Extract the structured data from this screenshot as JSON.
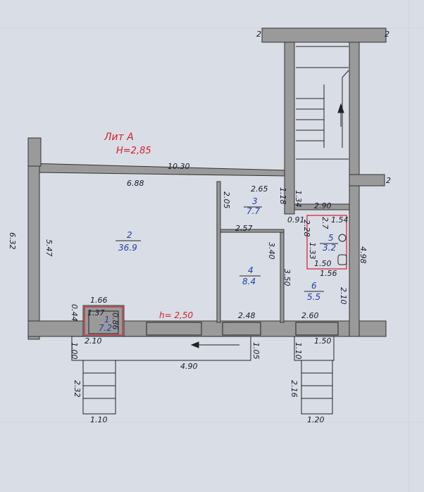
{
  "header": {
    "sheet_title": "Лит А",
    "height_label": "Н=2,85",
    "wall_height_label": "h= 2,50"
  },
  "section_marks": {
    "top_left": "2",
    "top_right": "2",
    "mid_right": "2"
  },
  "dimensions": {
    "top_overall": "10.30",
    "left_overall": "6.32",
    "right_overall": "4.98",
    "bottom_overall": "4.90",
    "room2_width": "6.88",
    "room2_height": "5.47",
    "room3_width": "2.65",
    "room3_height": "2.05",
    "stair_gap": "1.18",
    "stair_landing": "1.34",
    "corridor": "2.90",
    "room4_width": "2.57",
    "room4_height": "3.40",
    "room5_a": "0.91",
    "room5_b": "1.54",
    "room5_c": "2.28",
    "room5_d": "1.33",
    "room5_e": "2.7",
    "room5_f": "1.50",
    "room5_g": "1.56",
    "room6_height": "3.50",
    "room6_right": "2.10",
    "room6_bottom": "2.60",
    "bottom_mid": "2.48",
    "vest_width": "1.66",
    "vest_inner": "1.37",
    "vest_side": "0.44",
    "vest_depth": "0.86",
    "porch_left_width": "2.10",
    "porch_left_depth": "1.00",
    "porch_right_width": "1.50",
    "porch_right_depth": "1.10",
    "porch_mid_depth": "1.05",
    "stair_left_length": "2.32",
    "stair_left_width": "1.10",
    "stair_right_length": "2.16",
    "stair_right_width": "1.20"
  },
  "rooms": [
    {
      "number": "2",
      "area": "36.9"
    },
    {
      "number": "3",
      "area": "7.7"
    },
    {
      "number": "4",
      "area": "8.4"
    },
    {
      "number": "5",
      "area": "3.2"
    },
    {
      "number": "6",
      "area": "5.5"
    },
    {
      "number": "1",
      "area": "7.2"
    }
  ],
  "colors": {
    "wall": "#9a9a9a",
    "red_note": "#d0202a",
    "room_label": "#1f3fa8",
    "paper": "#d9dde6"
  }
}
